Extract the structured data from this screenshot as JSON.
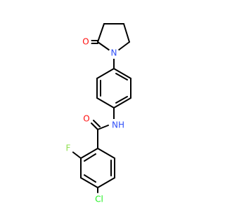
{
  "molecule": {
    "atoms": {
      "oxygen_pyrrolidinone": {
        "symbol": "O",
        "color": "#ff0d0d"
      },
      "nitrogen_pyrrolidinone": {
        "symbol": "N",
        "color": "#3050f8"
      },
      "oxygen_amide": {
        "symbol": "O",
        "color": "#ff0d0d"
      },
      "nitrogen_amide": {
        "symbol": "NH",
        "color": "#3050f8"
      },
      "fluorine": {
        "symbol": "F",
        "color": "#90e050"
      },
      "chlorine": {
        "symbol": "Cl",
        "color": "#1ff01f"
      }
    }
  }
}
